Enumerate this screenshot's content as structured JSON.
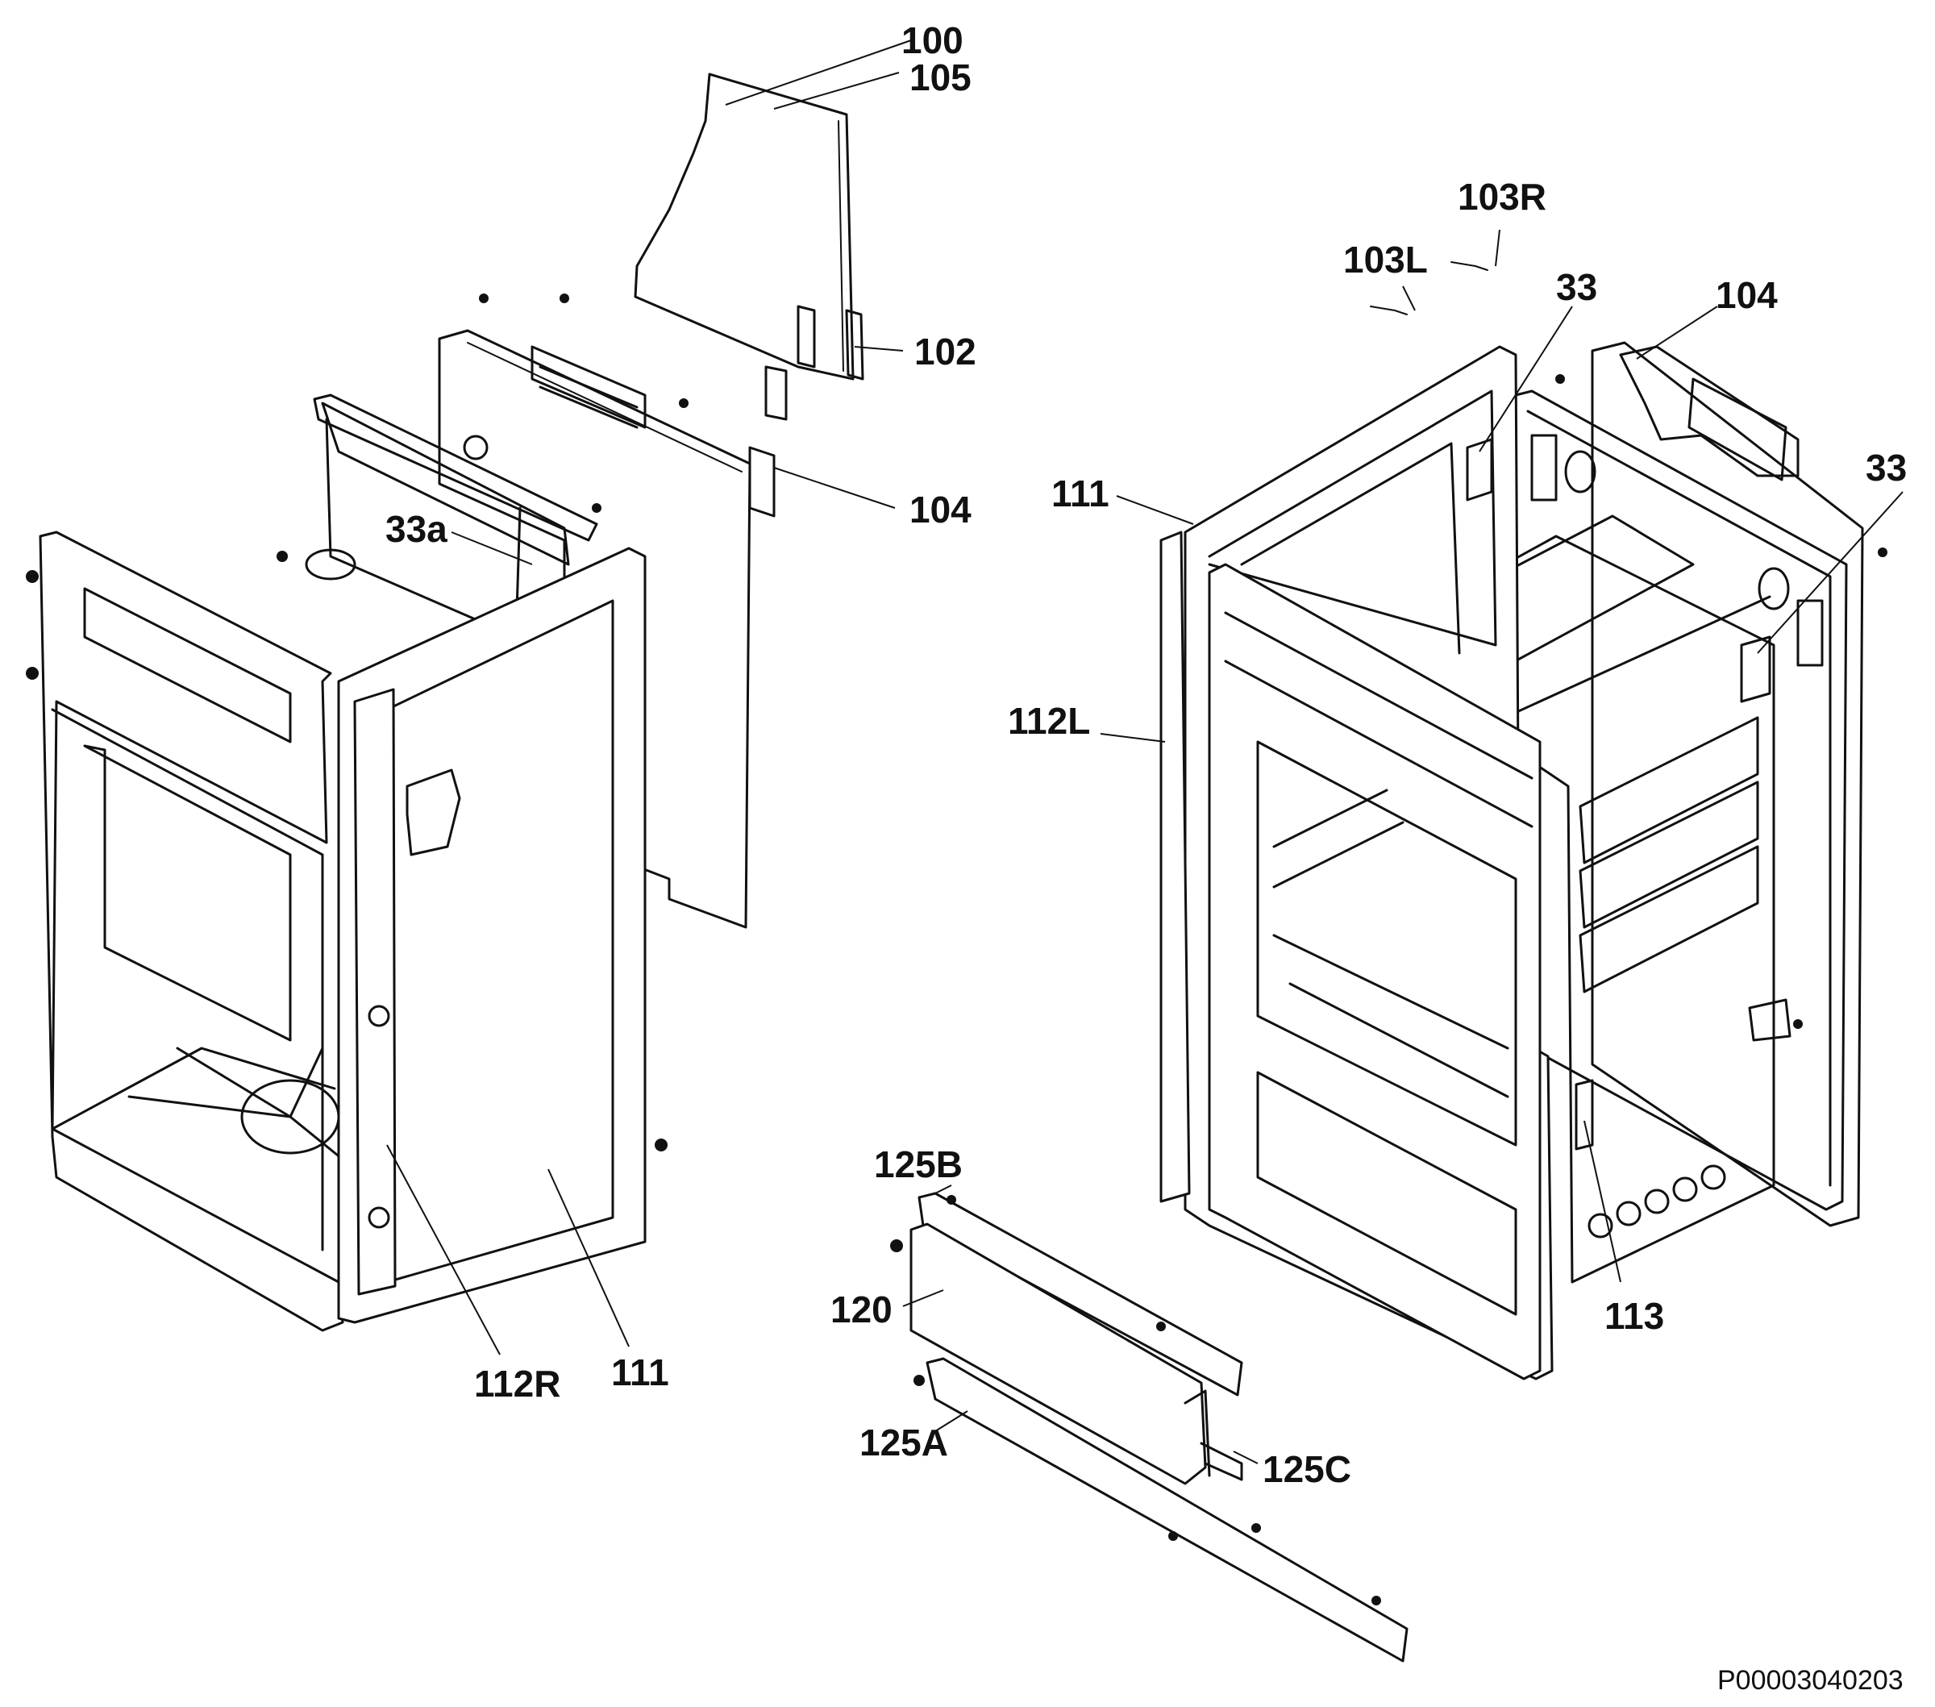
{
  "labels": {
    "l100": "100",
    "l105": "105",
    "l102": "102",
    "l104_left": "104",
    "l33a": "33a",
    "l112R": "112R",
    "l111_left": "111",
    "l103R": "103R",
    "l103L": "103L",
    "l33_top": "33",
    "l104_right": "104",
    "l33_right": "33",
    "l111_right": "111",
    "l112L": "112L",
    "l113": "113",
    "l125B": "125B",
    "l120": "120",
    "l125A": "125A",
    "l125C": "125C"
  },
  "drawing_code": "P00003040203"
}
